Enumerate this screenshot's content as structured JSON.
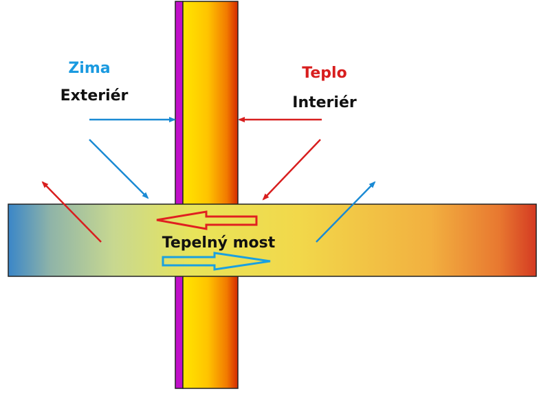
{
  "labels": {
    "cold": "Zima",
    "exterior": "Exteriér",
    "warm": "Teplo",
    "interior": "Interiér",
    "thermal_bridge": "Tepelný most"
  },
  "colors": {
    "cold": "#1a8ad4",
    "warm": "#d81e1e",
    "text": "#111111",
    "membrane": "#c010c8"
  }
}
